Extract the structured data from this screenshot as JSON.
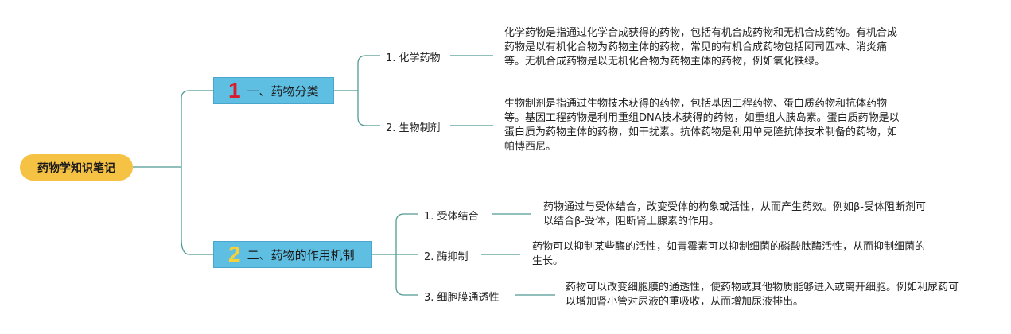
{
  "root": {
    "label": "药物学知识笔记"
  },
  "branches": [
    {
      "number": "1",
      "label": "一、药物分类",
      "children": [
        {
          "label": "1. 化学药物",
          "text": "化学药物是指通过化学合成获得的药物，包括有机合成药物和无机合成药物。有机合成药物是以有机化合物为药物主体的药物，常见的有机合成药物包括阿司匹林、消炎痛等。无机合成药物是以无机化合物为药物主体的药物，例如氧化铁绿。"
        },
        {
          "label": "2. 生物制剂",
          "text": "生物制剂是指通过生物技术获得的药物，包括基因工程药物、蛋白质药物和抗体药物等。基因工程药物是利用重组DNA技术获得的药物，如重组人胰岛素。蛋白质药物是以蛋白质为药物主体的药物，如干扰素。抗体药物是利用单克隆抗体技术制备的药物，如帕博西尼。"
        }
      ]
    },
    {
      "number": "2",
      "label": "二、药物的作用机制",
      "children": [
        {
          "label": "1. 受体结合",
          "text": "药物通过与受体结合，改变受体的构象或活性，从而产生药效。例如β-受体阻断剂可以结合β-受体，阻断肾上腺素的作用。"
        },
        {
          "label": "2. 酶抑制",
          "text": "药物可以抑制某些酶的活性，如青霉素可以抑制细菌的磷酸肽酶活性，从而抑制细菌的生长。"
        },
        {
          "label": "3. 细胞膜通透性",
          "text": "药物可以改变细胞膜的通透性，使药物或其他物质能够进入或离开细胞。例如利尿药可以增加肾小管对尿液的重吸收，从而增加尿液排出。"
        }
      ]
    }
  ],
  "colors": {
    "root": "#f6c244",
    "branch": "#5fbfe3",
    "number_1": "#d81e2c",
    "number_2": "#f7d135",
    "link": "#4f9a94"
  }
}
